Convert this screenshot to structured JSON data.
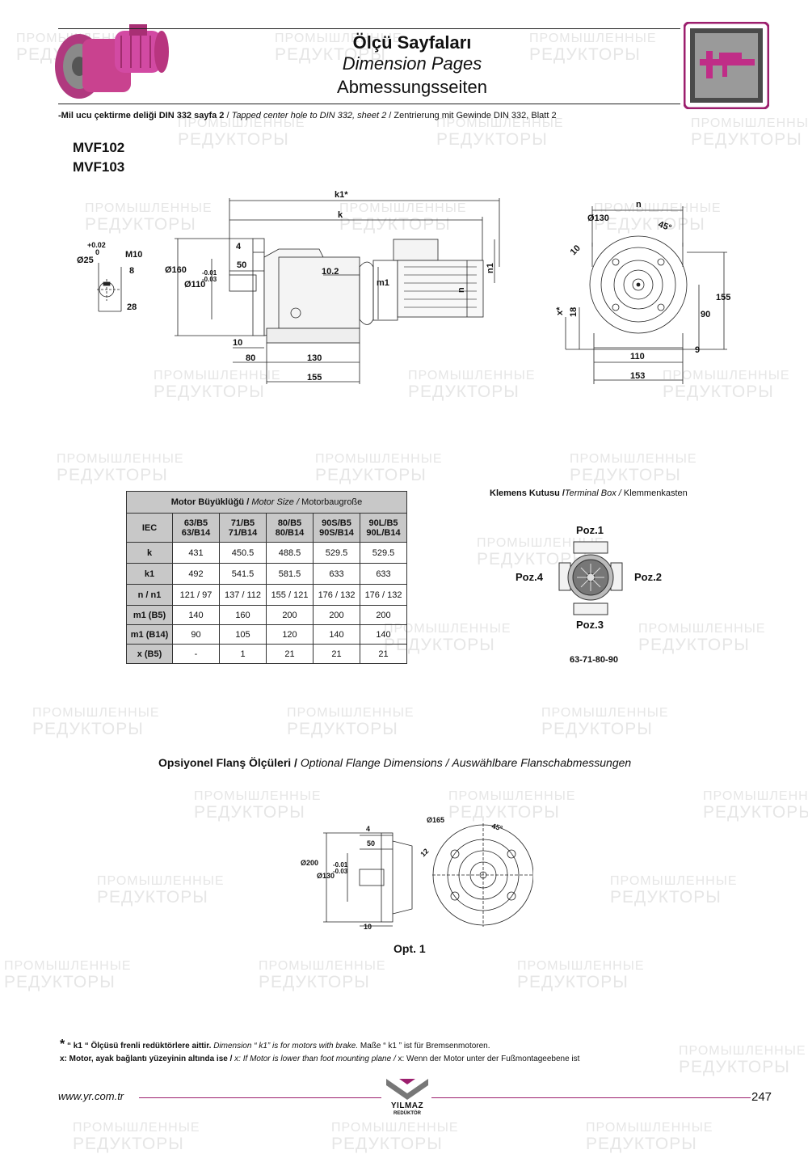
{
  "header": {
    "title_tr": "Ölçü Sayfaları",
    "title_en": "Dimension Pages",
    "title_de": "Abmessungsseiten"
  },
  "note": {
    "tr": "-Mil ucu çektirme deliği DIN 332 sayfa 2",
    "en": "Tapped center hole to DIN 332, sheet 2",
    "de": "Zentrierung mit Gewinde DIN 332, Blatt 2",
    "sep": "/"
  },
  "models": [
    "MVF102",
    "MVF103"
  ],
  "drawing_main": {
    "k1": "k1*",
    "k": "k",
    "shaft_tol_top": "+0.02",
    "shaft_tol_bottom": "0",
    "shaft_d": "Ø25",
    "thread": "M10",
    "key_w": "8",
    "shaft_h": "28",
    "flange_d": "Ø160",
    "pilot_d": "Ø110",
    "pilot_tol_top": "-0.01",
    "pilot_tol_bottom": "-0.03",
    "d4": "4",
    "d50": "50",
    "d10_2": "10.2",
    "m1": "m1",
    "n": "n",
    "n1": "n1",
    "d10": "10",
    "d80": "80",
    "d130": "130",
    "d155": "155"
  },
  "drawing_side": {
    "n": "n",
    "bolt_circle": "Ø130",
    "angle": "45°",
    "d10": "10",
    "x": "x*",
    "d18": "18",
    "d155": "155",
    "d90": "90",
    "d9": "9",
    "d110": "110",
    "d153": "153"
  },
  "motor_table": {
    "title_tr": "Motor Büyüklüğü /",
    "title_en": "Motor Size /",
    "title_de": "Motorbaugroße",
    "iec_label": "IEC",
    "columns": [
      {
        "l1": "63/B5",
        "l2": "63/B14"
      },
      {
        "l1": "71/B5",
        "l2": "71/B14"
      },
      {
        "l1": "80/B5",
        "l2": "80/B14"
      },
      {
        "l1": "90S/B5",
        "l2": "90S/B14"
      },
      {
        "l1": "90L/B5",
        "l2": "90L/B14"
      }
    ],
    "rows": [
      {
        "label": "k",
        "values": [
          "431",
          "450.5",
          "488.5",
          "529.5",
          "529.5"
        ]
      },
      {
        "label": "k1",
        "values": [
          "492",
          "541.5",
          "581.5",
          "633",
          "633"
        ]
      },
      {
        "label": "n / n1",
        "values": [
          "121 / 97",
          "137 / 112",
          "155 / 121",
          "176 / 132",
          "176 / 132"
        ]
      },
      {
        "label": "m1 (B5)",
        "values": [
          "140",
          "160",
          "200",
          "200",
          "200"
        ]
      },
      {
        "label": "m1 (B14)",
        "values": [
          "90",
          "105",
          "120",
          "140",
          "140"
        ]
      },
      {
        "label": "x (B5)",
        "values": [
          "-",
          "1",
          "21",
          "21",
          "21"
        ]
      }
    ]
  },
  "terminal_box": {
    "title_tr": "Klemens Kutusu /",
    "title_en": "Terminal Box /",
    "title_de": "Klemmenkasten",
    "poz1": "Poz.1",
    "poz2": "Poz.2",
    "poz3": "Poz.3",
    "poz4": "Poz.4",
    "sizes": "63-71-80-90"
  },
  "optional_flange": {
    "title_tr": "Opsiyonel Flanş Ölçüleri /",
    "title_en": "Optional Flange Dimensions /",
    "title_de": "Auswählbare Flanschabmessungen",
    "d4": "4",
    "d50": "50",
    "flange_d": "Ø200",
    "pilot_d": "Ø130",
    "tol_top": "-0.01",
    "tol_bottom": "-0.03",
    "d10": "10",
    "bolt_circle": "Ø165",
    "d12": "12",
    "angle": "45°",
    "caption": "Opt. 1"
  },
  "footnotes": {
    "star": "*",
    "k1_tr": "“ k1 “ Ölçüsü frenli redüktörlere aittir.",
    "k1_en": "Dimension “ k1” is for motors with brake.",
    "k1_de": "Maße “ k1 ” ist für Bremsenmotoren.",
    "x_tr": "x: Motor, ayak bağlantı yüzeyinin altında ise /",
    "x_en": "x: If Motor is lower than foot mounting plane /",
    "x_de": "x: Wenn der Motor unter der Fußmontageebene ist"
  },
  "footer": {
    "website": "www.yr.com.tr",
    "brand": "YILMAZ",
    "brand_sub": "REDÜKTÖR",
    "page": "247"
  },
  "watermark": {
    "l1": "ПРОМЫШЛЕННЫЕ",
    "l2": "РЕДУКТОРЫ"
  },
  "colors": {
    "accent": "#9c1f6e",
    "motor_pink": "#d24aa3",
    "table_header": "#c8c8c8"
  },
  "icons": [
    "gear-motor-photo",
    "caliper-icon",
    "terminal-box-drawing",
    "brand-logo"
  ]
}
